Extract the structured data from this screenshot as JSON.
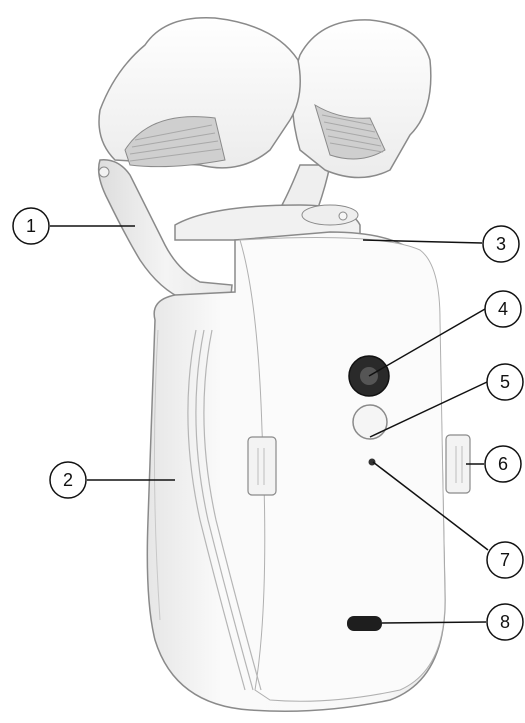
{
  "callouts": [
    {
      "number": "1"
    },
    {
      "number": "2"
    },
    {
      "number": "3"
    },
    {
      "number": "4"
    },
    {
      "number": "5"
    },
    {
      "number": "6"
    },
    {
      "number": "7"
    },
    {
      "number": "8"
    }
  ],
  "colors": {
    "body": "#f6f6f6",
    "outline": "#8a8a8a",
    "shadow": "#d9d9d9",
    "dark": "#222222",
    "line": "#111111"
  }
}
